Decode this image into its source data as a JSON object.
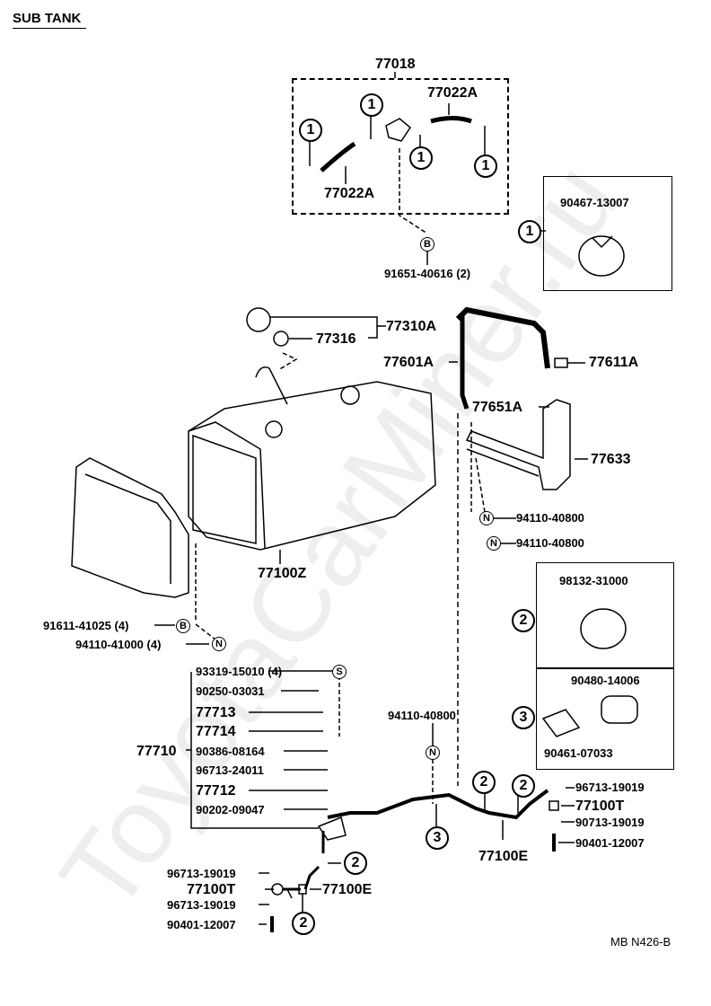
{
  "title": "SUB TANK",
  "diagram_code": "MB N426-B",
  "watermark": "ToyotaCarMiner.ru",
  "labels": {
    "l77018": "77018",
    "l77022A_top": "77022A",
    "l77022A_bot": "77022A",
    "l91651": "91651-40616 (2)",
    "l90467": "90467-13007",
    "l77310A": "77310A",
    "l77316": "77316",
    "l77601A": "77601A",
    "l77611A": "77611A",
    "l77651A": "77651A",
    "l77633": "77633",
    "l94110a": "94110-40800",
    "l94110b": "94110-40800",
    "l77100Z": "77100Z",
    "l91611": "91611-41025 (4)",
    "l94110_41000": "94110-41000 (4)",
    "l98132": "98132-31000",
    "l90480": "90480-14006",
    "l90461": "90461-07033",
    "l93319": "93319-15010 (4)",
    "l90250": "90250-03031",
    "l77713": "77713",
    "l77714": "77714",
    "l77710": "77710",
    "l90386": "90386-08164",
    "l96713_24011": "96713-24011",
    "l77712": "77712",
    "l90202": "90202-09047",
    "l94110c": "94110-40800",
    "l96713_r1": "96713-19019",
    "l77100T_r": "77100T",
    "l90713": "90713-19019",
    "l90401_r": "90401-12007",
    "l77100E_r": "77100E",
    "l96713_l1": "96713-19019",
    "l77100T_l": "77100T",
    "l77100E_l": "77100E",
    "l96713_l2": "96713-19019",
    "l90401_l": "90401-12007"
  },
  "callouts": {
    "one": "1",
    "two": "2",
    "three": "3",
    "B": "B",
    "N": "N",
    "S": "S"
  }
}
